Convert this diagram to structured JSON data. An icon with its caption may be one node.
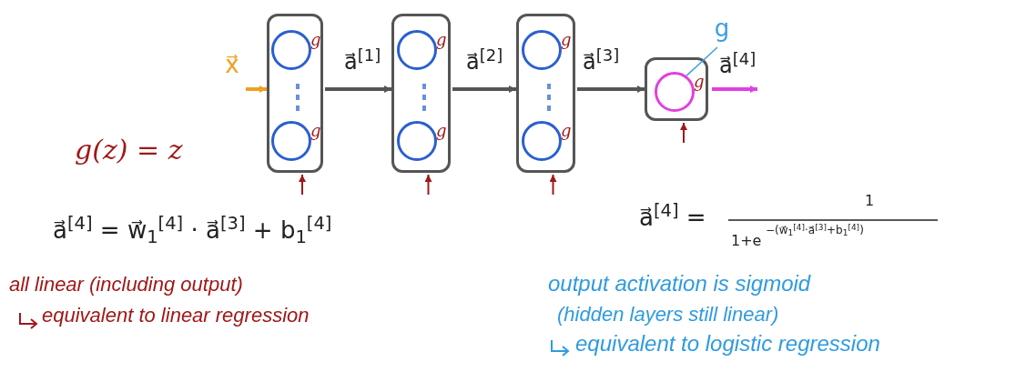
{
  "diagram": {
    "nodes": [
      {
        "text": [
          "x⃗"
        ]
      },
      {
        "text": [],
        "shape": "box"
      },
      {
        "text": [],
        "shape": "circle",
        "in": 1,
        "beside": [
          "g"
        ]
      },
      {
        "text": [],
        "shape": "circle",
        "in": 1,
        "beside": [
          "g"
        ]
      },
      {
        "text": [],
        "shape": "box"
      },
      {
        "text": [],
        "shape": "circle",
        "in": 4,
        "beside": [
          "g"
        ]
      },
      {
        "text": [],
        "shape": "circle",
        "in": 4,
        "beside": [
          "g"
        ]
      },
      {
        "text": [],
        "shape": "box"
      },
      {
        "text": [],
        "shape": "circle",
        "in": 7,
        "beside": [
          "g"
        ]
      },
      {
        "text": [],
        "shape": "circle",
        "in": 7,
        "beside": [
          "g"
        ]
      },
      {
        "text": [],
        "shape": "box"
      },
      {
        "text": [],
        "shape": "circle",
        "in": 10,
        "beside": [
          "g"
        ]
      },
      {
        "text": [
          "g"
        ]
      }
    ],
    "edges": [
      {
        "from": 0,
        "to": 1,
        "arrow": "to",
        "color": "#f0a020",
        "style": "thick"
      },
      {
        "from": 1,
        "to": 4,
        "arrow": "to",
        "label": "a⃗$^{[1]}$",
        "style": "thick"
      },
      {
        "from": 4,
        "to": 7,
        "arrow": "to",
        "label": "a⃗$^{[2]}$",
        "style": "thick"
      },
      {
        "from": 7,
        "to": 10,
        "arrow": "to",
        "label": "a⃗$^{[3]}$",
        "style": "thick"
      },
      {
        "from": 10,
        "to": null,
        "arrow": "to",
        "label": "a⃗$^{[4]}$",
        "color": "#e040e0",
        "style": "thick"
      },
      {
        "from": 12,
        "to": 11,
        "arrow": "none",
        "color": "#3aa0e0"
      },
      {
        "from": null,
        "to": 1,
        "arrow": "to",
        "color": "#a01818"
      },
      {
        "from": null,
        "to": 4,
        "arrow": "to",
        "color": "#a01818"
      },
      {
        "from": null,
        "to": 7,
        "arrow": "to",
        "color": "#a01818"
      },
      {
        "from": null,
        "to": 10,
        "arrow": "to",
        "color": "#a01818"
      }
    ],
    "labels": [
      "g(z) = z",
      "a⃗$^{[4]}$ = w⃗$_{1}$$^{[4]}$ · a⃗$^{[3]}$ + b$_{1}$$^{[4]}$",
      "a⃗$^{[4]}$ =",
      "1",
      "1+e",
      "−(w⃗$_{1}$$^{[4]}$·a⃗$^{[3]}$+b$_{1}$$^{[4]}$)",
      "all linear (including output)",
      "equivalent to linear regression",
      "output activation is sigmoid",
      "(hidden layers still linear)",
      "equivalent to logistic regression"
    ]
  }
}
